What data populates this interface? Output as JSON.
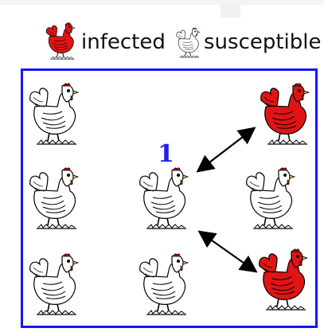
{
  "legend": {
    "infected_label": "infected",
    "susceptible_label": "susceptible"
  },
  "diagram": {
    "node_label": "1",
    "colors": {
      "infected": "#e01414",
      "susceptible": "#ffffff",
      "border": "#1515ff",
      "label": "#2020ee"
    }
  }
}
